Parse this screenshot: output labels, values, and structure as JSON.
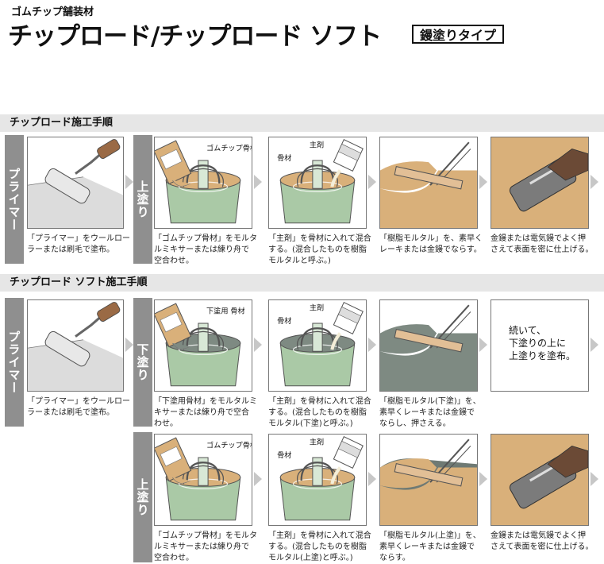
{
  "header": {
    "subtitle": "ゴムチップ舗装材",
    "title": "チップロード/チップロード ソフト",
    "type_label": "鏝塗りタイプ"
  },
  "sections": [
    {
      "heading": "チップロード施工手順",
      "primer": {
        "label": "プライマー",
        "caption": [
          "「プライマー」をウールロー",
          "ラーまたは刷毛で塗布。"
        ]
      },
      "rows": [
        {
          "label": "上塗り",
          "steps": [
            {
              "type": "bucket-bag",
              "bag_label": "ゴムチップ骨材",
              "caption": [
                "「ゴムチップ骨材」をモルタ",
                "ルミキサーまたは練り舟で",
                "空合わせ。"
              ]
            },
            {
              "type": "bucket-pour",
              "label_main": "主剤",
              "label_agg": "骨材",
              "caption": [
                "「主剤」を骨材に入れて混合",
                "する。(混合したものを樹脂",
                "モルタルと呼ぶ。)"
              ]
            },
            {
              "type": "rake",
              "caption": [
                "「樹脂モルタル」を、素早く",
                "レーキまたは金鏝でならす。"
              ]
            },
            {
              "type": "trowel",
              "caption": [
                "金鏝または電気鏝でよく押",
                "さえて表面を密に仕上げる。"
              ]
            }
          ]
        }
      ]
    },
    {
      "heading": "チップロード ソフト施工手順",
      "primer": {
        "label": "プライマー",
        "caption": [
          "「プライマー」をウールロー",
          "ラーまたは刷毛で塗布。"
        ]
      },
      "rows": [
        {
          "label": "下塗り",
          "steps": [
            {
              "type": "bucket-bag",
              "bag_label": "下塗用 骨材",
              "caption": [
                "「下塗用骨材」をモルタルミ",
                "キサーまたは練り舟で空合",
                "わせ。"
              ]
            },
            {
              "type": "bucket-pour",
              "label_main": "主剤",
              "label_agg": "骨材",
              "caption": [
                "「主剤」を骨材に入れて混合",
                "する。(混合したものを樹脂",
                "モルタル(下塗)と呼ぶ。)"
              ]
            },
            {
              "type": "rake",
              "caption": [
                "「樹脂モルタル(下塗)」を、",
                "素早くレーキまたは金鏝で",
                "ならし、押さえる。"
              ]
            },
            {
              "type": "text",
              "text": [
                "続いて、",
                "下塗りの上に",
                "上塗りを塗布。"
              ]
            }
          ]
        },
        {
          "label": "上塗り",
          "steps": [
            {
              "type": "bucket-bag",
              "bag_label": "ゴムチップ骨材",
              "caption": [
                "「ゴムチップ骨材」をモルタ",
                "ルミキサーまたは練り舟で",
                "空合わせ。"
              ]
            },
            {
              "type": "bucket-pour",
              "label_main": "主剤",
              "label_agg": "骨材",
              "caption": [
                "「主剤」を骨材に入れて混合",
                "する。(混合したものを樹脂",
                "モルタル(上塗)と呼ぶ。)"
              ]
            },
            {
              "type": "rake",
              "caption": [
                "「樹脂モルタル(上塗)」を、",
                "素早くレーキまたは金鏝で",
                "ならす。"
              ]
            },
            {
              "type": "trowel",
              "caption": [
                "金鏝または電気鏝でよく押",
                "さえて表面を密に仕上げる。"
              ]
            }
          ]
        }
      ]
    }
  ],
  "colors": {
    "bar": "#8f8f8f",
    "section_bg": "#e6e6e6",
    "tan": "#d9b07a",
    "green": "#aac9a6",
    "gray_fill": "#6f7a74",
    "arrow": "#c7c7c7"
  }
}
